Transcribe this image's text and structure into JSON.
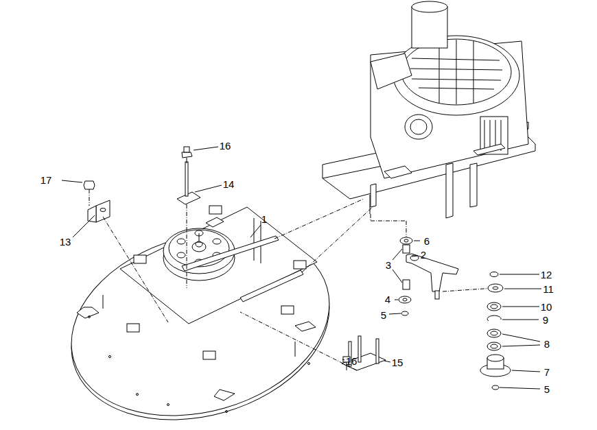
{
  "diagram": {
    "labels": [
      "16",
      "17",
      "14",
      "13",
      "1",
      "6",
      "2",
      "12",
      "3",
      "11",
      "10",
      "4",
      "9",
      "5",
      "8",
      "16",
      "15",
      "7",
      "5"
    ]
  }
}
